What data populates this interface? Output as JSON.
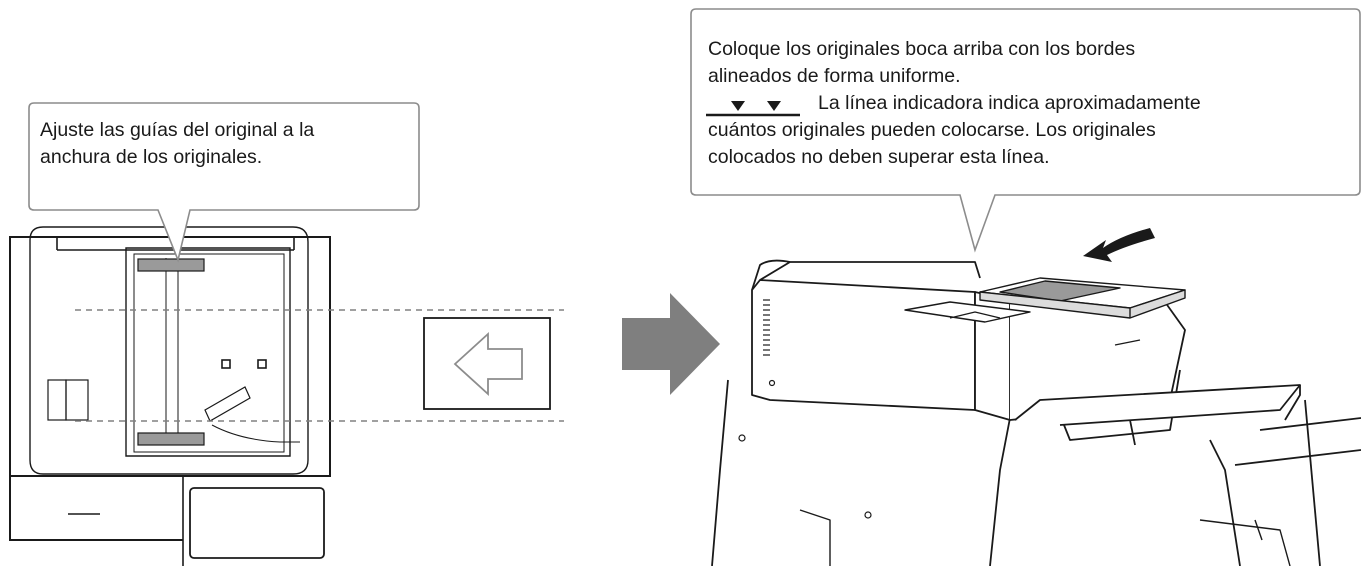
{
  "left_callout": {
    "lines": [
      "Ajuste las guías del original a la",
      "anchura de los originales."
    ]
  },
  "right_callout": {
    "lines": [
      "Coloque los originales boca arriba con los bordes",
      "alineados de forma uniforme.",
      "La línea indicadora indica aproximadamente",
      "cuántos originales pueden colocarse. Los originales",
      "colocados no deben superar esta línea."
    ],
    "indicator_icon": "indicator-line-marks-icon"
  },
  "colors": {
    "outline": "#1a1a1a",
    "callout_border": "#8c8c8c",
    "arrow_gray": "#7f7f7f",
    "guide_gray": "#808080",
    "paper_fill": "#9a9a9a"
  },
  "icons": [
    "arrow-left-icon",
    "arrow-right-large-icon",
    "insert-arrow-icon"
  ]
}
